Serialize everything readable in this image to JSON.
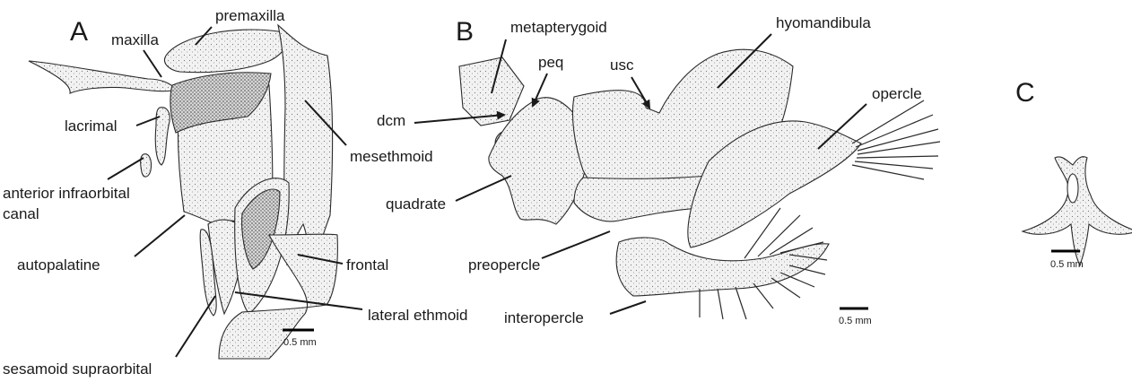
{
  "panels": {
    "a": "A",
    "b": "B",
    "c": "C"
  },
  "labels_a": {
    "maxilla": "maxilla",
    "premaxilla": "premaxilla",
    "lacrimal": "lacrimal",
    "anterior_infraorbital_1": "anterior infraorbital",
    "anterior_infraorbital_2": "canal",
    "mesethmoid": "mesethmoid",
    "autopalatine": "autopalatine",
    "frontal": "frontal",
    "lateral_ethmoid": "lateral ethmoid",
    "sesamoid_supraorbital": "sesamoid supraorbital"
  },
  "labels_b": {
    "metapterygoid": "metapterygoid",
    "peq": "peq",
    "usc": "usc",
    "hyomandibula": "hyomandibula",
    "dcm": "dcm",
    "opercle": "opercle",
    "quadrate": "quadrate",
    "preopercle": "preopercle",
    "interopercle": "interopercle"
  },
  "scale_bars": {
    "a": "0.5 mm",
    "b": "0.5 mm",
    "c": "0.5 mm"
  },
  "colors": {
    "ink": "#1a1a1a",
    "bone_fill": "#ececec",
    "dense_fill": "#bdbdbd"
  }
}
